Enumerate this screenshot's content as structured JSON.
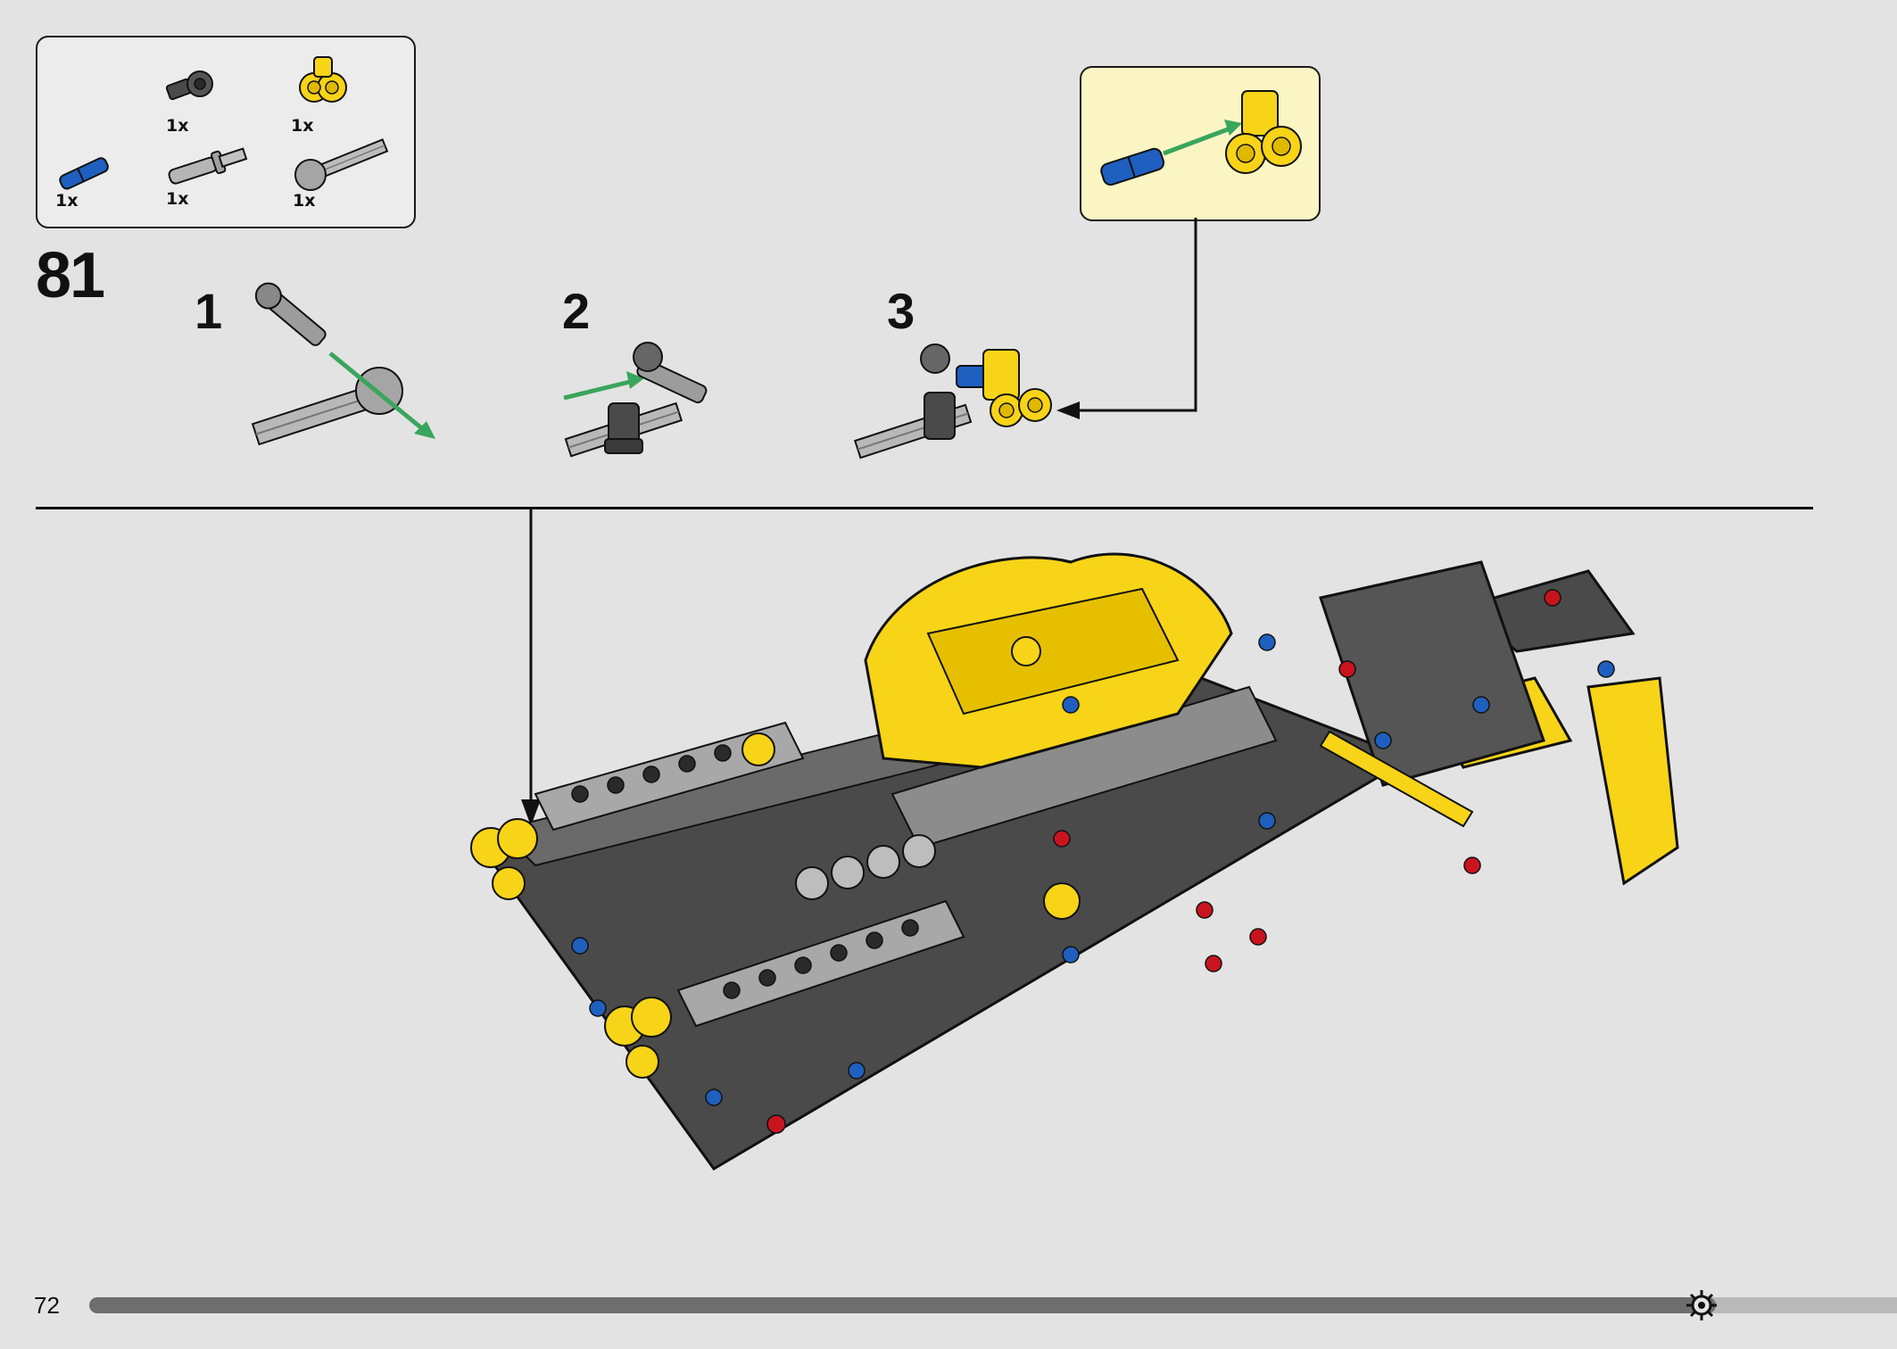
{
  "page": {
    "step_number": "81",
    "page_number": "72",
    "progress": 0.9
  },
  "parts_list": [
    {
      "name": "dark-gray-axle-connector",
      "quantity": "1x"
    },
    {
      "name": "yellow-double-pin-connector",
      "quantity": "1x"
    },
    {
      "name": "blue-axle-pin",
      "quantity": "1x"
    },
    {
      "name": "light-gray-pin-with-axle",
      "quantity": "1x"
    },
    {
      "name": "gray-ball-joint-axle",
      "quantity": "1x"
    }
  ],
  "substeps": [
    {
      "label": "1"
    },
    {
      "label": "2"
    },
    {
      "label": "3"
    }
  ],
  "colors": {
    "background": "#e3e3e3",
    "callout_background": "#fbf5c4",
    "lego_yellow": "#f7d417",
    "lego_blue": "#1f5fbf",
    "lego_dark_gray": "#4a4a4a",
    "lego_light_gray": "#a8a8a8",
    "lego_red": "#c8141e",
    "arrow_green": "#3aa55c"
  },
  "icons": {
    "progress_marker": "gear-icon"
  }
}
